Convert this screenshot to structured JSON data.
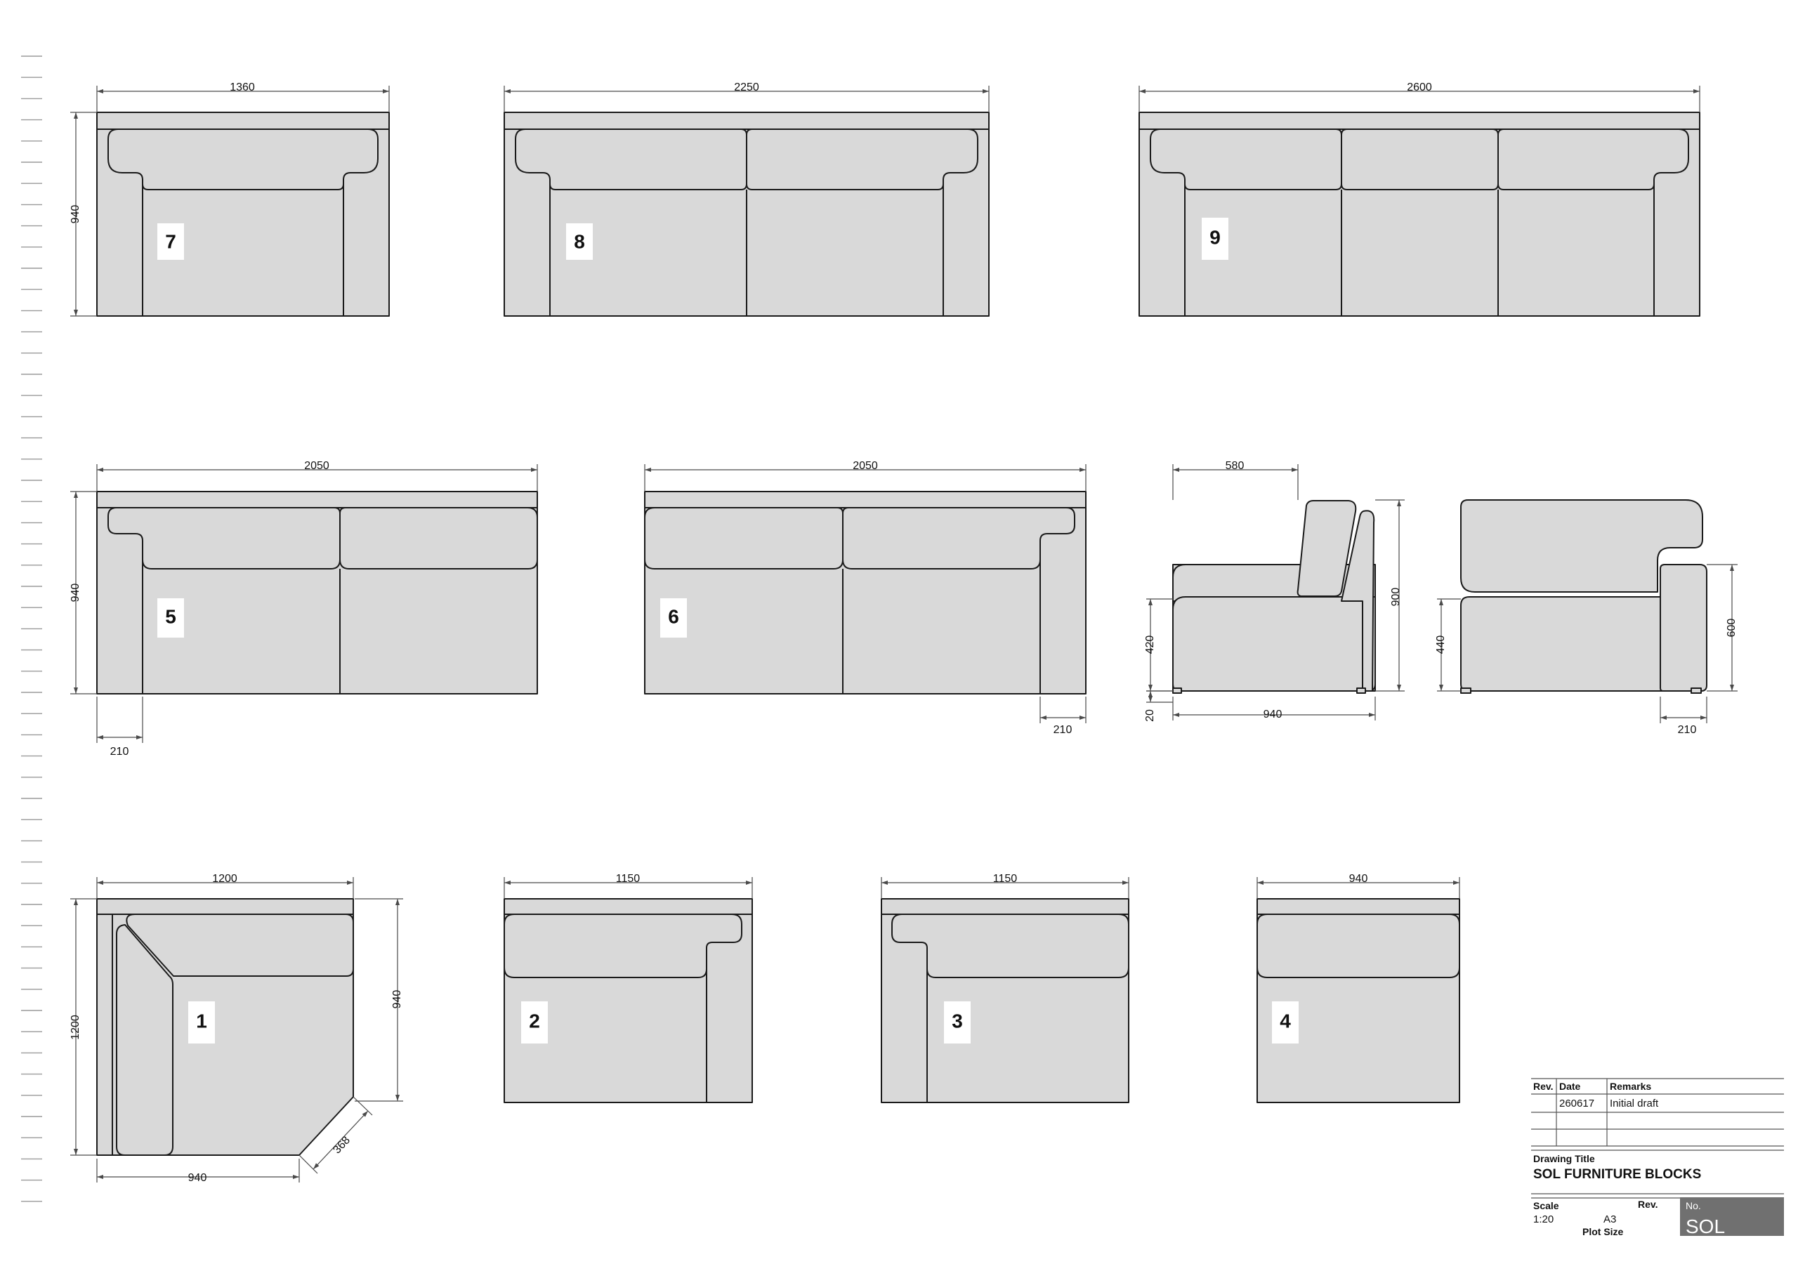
{
  "blocks": {
    "b1": "1",
    "b2": "2",
    "b3": "3",
    "b4": "4",
    "b5": "5",
    "b6": "6",
    "b7": "7",
    "b8": "8",
    "b9": "9"
  },
  "dims": {
    "d7_w": "1360",
    "d7_h": "940",
    "d8_w": "2250",
    "d9_w": "2600",
    "d5_w": "2050",
    "d5_h": "940",
    "d5_arm": "210",
    "d6_w": "2050",
    "d6_arm": "210",
    "side1_w": "580",
    "side1_seat": "420",
    "side1_leg": "20",
    "side1_depth": "940",
    "side1_h": "900",
    "side2_seat": "440",
    "side2_arm_h": "600",
    "side2_arm": "210",
    "d1_w": "1200",
    "d1_h": "1200",
    "d1_side": "940",
    "d1_bottom": "940",
    "d1_chamfer": "368",
    "d2_w": "1150",
    "d3_w": "1150",
    "d4_w": "940"
  },
  "title_block": {
    "rev_header": "Rev.",
    "date_header": "Date",
    "remarks_header": "Remarks",
    "date_value": "260617",
    "remarks_value": "Initial draft",
    "drawing_title_label": "Drawing Title",
    "drawing_title": "SOL FURNITURE BLOCKS",
    "scale_label": "Scale",
    "scale_value": "1:20",
    "rev_label": "Rev.",
    "sheet_size": "A3",
    "plot_size_label": "Plot Size",
    "no_label": "No.",
    "no_value": "SOL"
  },
  "colors": {
    "fill": "#d9d9d9",
    "line": "#1a1a1a",
    "title_box": "#707070"
  }
}
